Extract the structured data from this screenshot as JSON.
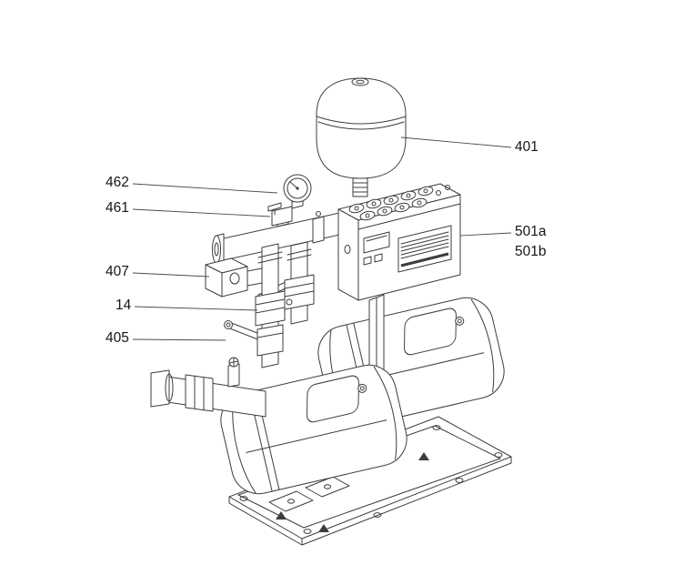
{
  "style": {
    "line_color": "#3d3d3d",
    "label_color": "#161616",
    "background": "#ffffff"
  },
  "callouts": [
    {
      "text": "462",
      "points_to": "pressure-gauge"
    },
    {
      "text": "461",
      "points_to": "gauge-isolation-valve"
    },
    {
      "text": "407",
      "points_to": "inlet-fitting"
    },
    {
      "text": "14",
      "points_to": "non-return-valve"
    },
    {
      "text": "405",
      "points_to": "isolation-valve"
    },
    {
      "text": "401",
      "points_to": "diaphragm-tank"
    },
    {
      "text": "501a",
      "points_to": "control-box"
    },
    {
      "text": "501b",
      "points_to": "control-box"
    }
  ]
}
